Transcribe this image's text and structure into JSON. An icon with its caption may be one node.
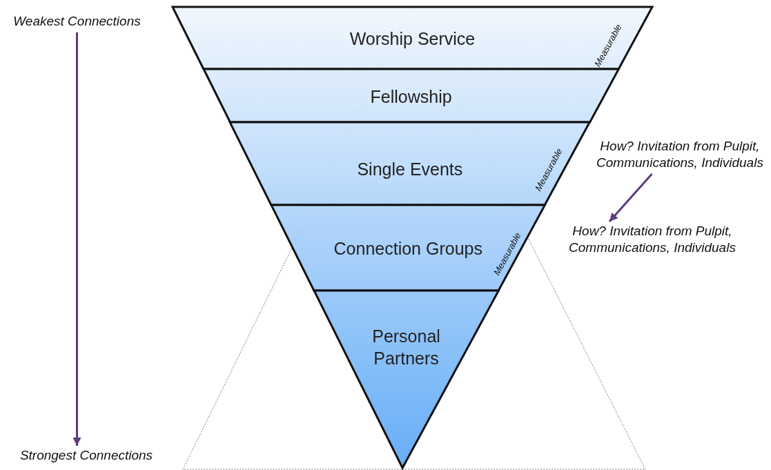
{
  "diagram": {
    "nodes": [
      {
        "text": [
          "Worship Service"
        ]
      },
      {
        "text": [
          "Fellowship"
        ]
      },
      {
        "text": [
          "Single Events"
        ]
      },
      {
        "text": [
          "Connection Groups"
        ]
      },
      {
        "text": [
          "Personal Partners"
        ]
      },
      {
        "text": [
          "Weakest Connections"
        ]
      },
      {
        "text": [
          "Strongest Connections"
        ]
      },
      {
        "text": [
          "How? Invitation from Pulpit, Communications, Individuals"
        ]
      },
      {
        "text": [
          "How? Invitation from Pulpit, Communications, Individuals"
        ]
      }
    ],
    "edges": [
      {
        "from": 5,
        "to": 6,
        "arrow": "to"
      },
      {
        "from": 7,
        "to": 8,
        "arrow": "to"
      }
    ],
    "labels": [
      "Measurable",
      "Measurable",
      "Measurable"
    ]
  }
}
